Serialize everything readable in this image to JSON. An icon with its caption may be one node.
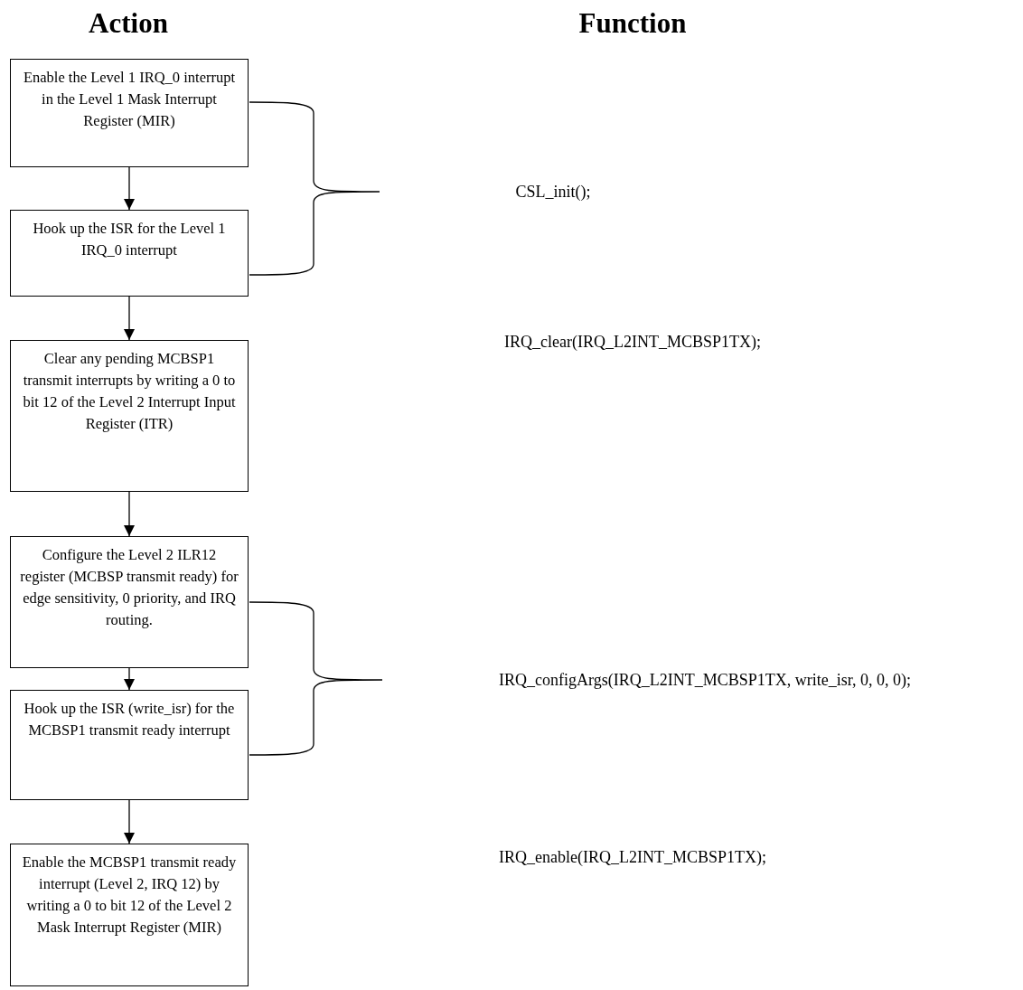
{
  "diagram": {
    "nodes": [
      {
        "text": [
          "Enable the Level 1 IRQ_0 interrupt in the Level 1 Mask Interrupt Register (MIR)"
        ]
      },
      {
        "text": [
          "Hook up the ISR for the Level 1 IRQ_0 interrupt"
        ]
      },
      {
        "text": [
          "Clear any pending MCBSP1 transmit interrupts by writing a 0 to bit 12 of the Level 2 Interrupt Input Register (ITR)"
        ]
      },
      {
        "text": [
          "Configure the Level 2 ILR12 register (MCBSP transmit ready) for edge sensitivity, 0 priority, and IRQ routing."
        ]
      },
      {
        "text": [
          "Hook up the ISR (write_isr) for the MCBSP1 transmit ready interrupt"
        ]
      },
      {
        "text": [
          "Enable the MCBSP1 transmit ready interrupt (Level 2, IRQ 12) by writing a 0 to bit 12 of the Level 2 Mask Interrupt Register (MIR)"
        ]
      }
    ],
    "edges": [
      {
        "from": 0,
        "to": 1,
        "arrow": "to"
      },
      {
        "from": 1,
        "to": 2,
        "arrow": "to"
      },
      {
        "from": 2,
        "to": 3,
        "arrow": "to"
      },
      {
        "from": 3,
        "to": 4,
        "arrow": "to"
      },
      {
        "from": 4,
        "to": 5,
        "arrow": "to"
      }
    ],
    "labels": [
      "Action",
      "Function",
      "CSL_init();",
      "IRQ_clear(IRQ_L2INT_MCBSP1TX);",
      "IRQ_configArgs(IRQ_L2INT_MCBSP1TX, write_isr, 0, 0, 0);",
      "IRQ_enable(IRQ_L2INT_MCBSP1TX);"
    ]
  }
}
